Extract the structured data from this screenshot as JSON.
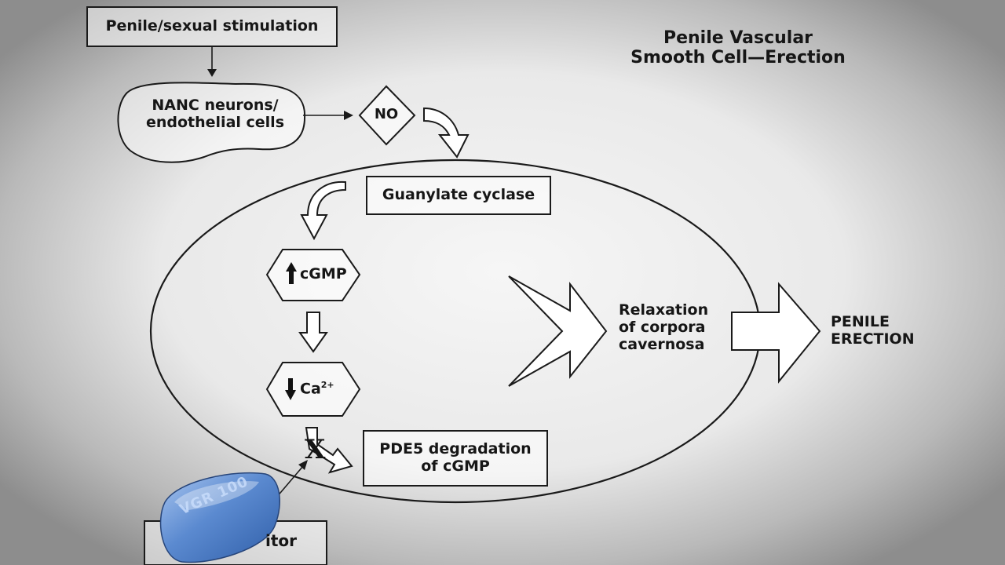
{
  "title": {
    "line1": "Penile Vascular",
    "line2": "Smooth Cell—Erection"
  },
  "nodes": {
    "stimulation": "Penile/sexual stimulation",
    "nanc_line1": "NANC neurons/",
    "nanc_line2": "endothelial cells",
    "no": "NO",
    "guanylate": "Guanylate cyclase",
    "cgmp": "cGMP",
    "ca": "Ca",
    "ca_sup": "2+",
    "pde5_line1": "PDE5 degradation",
    "pde5_line2": "of cGMP",
    "relax_line1": "Relaxation",
    "relax_line2": "of corpora",
    "relax_line3": "cavernosa",
    "erection_line1": "PENILE",
    "erection_line2": "ERECTION",
    "inhibitor_partial": "itor",
    "block_mark": "X"
  },
  "pill": {
    "text": "VGR 100",
    "color": "#5b8ad0"
  },
  "icons": {
    "up": "arrow-up-icon",
    "down": "arrow-down-icon"
  }
}
